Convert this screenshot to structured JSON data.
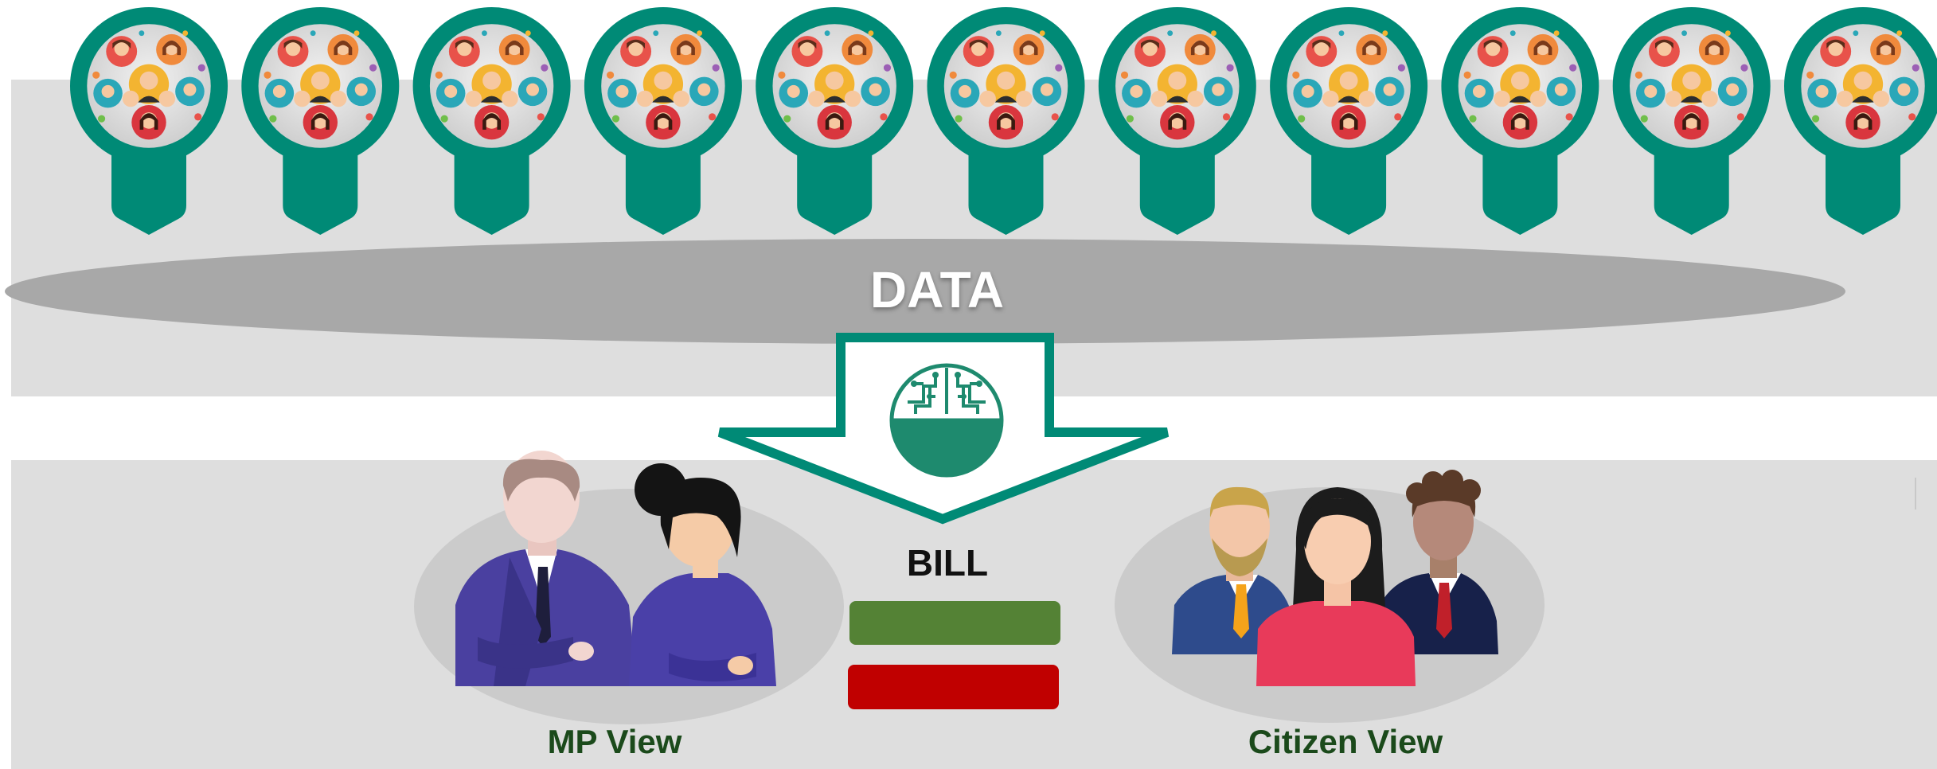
{
  "diagram": {
    "data_label": "DATA",
    "bill_label": "BILL",
    "mp_view_label": "MP View",
    "citizen_view_label": "Citizen View",
    "community_pin_count": 11,
    "icons": {
      "community": "people-group-icon",
      "processor": "circuit-brain-icon",
      "mp_view": "politicians-icon",
      "citizen_view": "citizens-icon"
    },
    "colors": {
      "teal": "#008a76",
      "processor_fill": "#1e8a6e",
      "data_ellipse": "#a8a8a8",
      "band": "#dedede",
      "view_ellipse": "#cbcbcb",
      "vote_yes": "#548235",
      "vote_no": "#c00000",
      "view_label": "#1b4a1b"
    }
  }
}
